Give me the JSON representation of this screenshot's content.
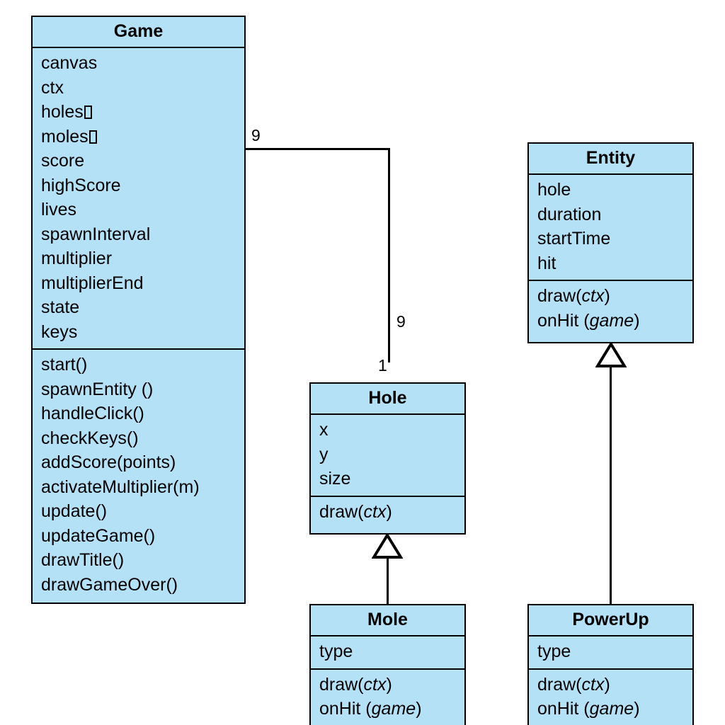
{
  "diagram": {
    "kind": "uml-class-diagram",
    "background_color": "#ffffff",
    "class_fill_color": "#b5e1f7",
    "border_color": "#000000"
  },
  "classes": {
    "game": {
      "name": "Game",
      "attributes": [
        "canvas",
        "ctx",
        "holes",
        "moles",
        "score",
        "highScore",
        "lives",
        "spawnInterval",
        "multiplier",
        "multiplierEnd",
        "state",
        "keys"
      ],
      "methods": [
        "start()",
        "spawnEntity ()",
        "handleClick()",
        "checkKeys()",
        "addScore(points)",
        "activateMultiplier(m)",
        "update()",
        "updateGame()",
        "drawTitle()",
        "drawGameOver()"
      ]
    },
    "entity": {
      "name": "Entity",
      "attributes": [
        "hole",
        "duration",
        "startTime",
        "hit"
      ],
      "methods": [
        {
          "prefix": "draw(",
          "param": "ctx",
          "suffix": ")"
        },
        {
          "prefix": "onHit (",
          "param": "game",
          "suffix": ")"
        }
      ]
    },
    "hole": {
      "name": "Hole",
      "attributes": [
        "x",
        "y",
        "size"
      ],
      "methods": [
        {
          "prefix": "draw(",
          "param": "ctx",
          "suffix": ")"
        }
      ]
    },
    "mole": {
      "name": "Mole",
      "attributes": [
        "type"
      ],
      "methods": [
        {
          "prefix": "draw(",
          "param": "ctx",
          "suffix": ")"
        },
        {
          "prefix": "onHit (",
          "param": "game",
          "suffix": ")"
        }
      ]
    },
    "powerup": {
      "name": "PowerUp",
      "attributes": [
        "type"
      ],
      "methods": [
        {
          "prefix": "draw(",
          "param": "ctx",
          "suffix": ")"
        },
        {
          "prefix": "onHit (",
          "param": "game",
          "suffix": ")"
        }
      ]
    }
  },
  "relationships": {
    "game_hole_association": {
      "source": "Game",
      "target": "Hole",
      "source_multiplicity": "9",
      "mid_multiplicity": "9",
      "target_multiplicity": "1"
    },
    "mole_hole_generalization": {
      "source": "Mole",
      "target": "Hole",
      "type": "generalization"
    },
    "powerup_entity_generalization": {
      "source": "PowerUp",
      "target": "Entity",
      "type": "generalization"
    }
  }
}
